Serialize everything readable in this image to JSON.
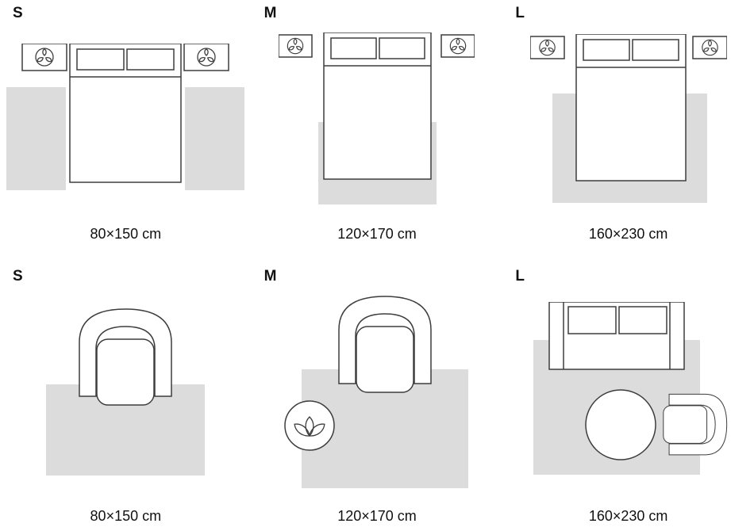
{
  "colors": {
    "background": "#ffffff",
    "rug": "#dcdcdc",
    "outline": "#3d3d3d",
    "text": "#111111"
  },
  "icons": {
    "nightstand_lamp": "lamp-icon",
    "plant": "plant-icon"
  },
  "layout": {
    "rows": [
      {
        "scene": "bedroom",
        "cells": [
          {
            "size": "S",
            "dimension": "80×150 cm"
          },
          {
            "size": "M",
            "dimension": "120×170 cm"
          },
          {
            "size": "L",
            "dimension": "160×230 cm"
          }
        ]
      },
      {
        "scene": "living-room",
        "cells": [
          {
            "size": "S",
            "dimension": "80×150 cm"
          },
          {
            "size": "M",
            "dimension": "120×170 cm"
          },
          {
            "size": "L",
            "dimension": "160×230 cm"
          }
        ]
      }
    ]
  }
}
